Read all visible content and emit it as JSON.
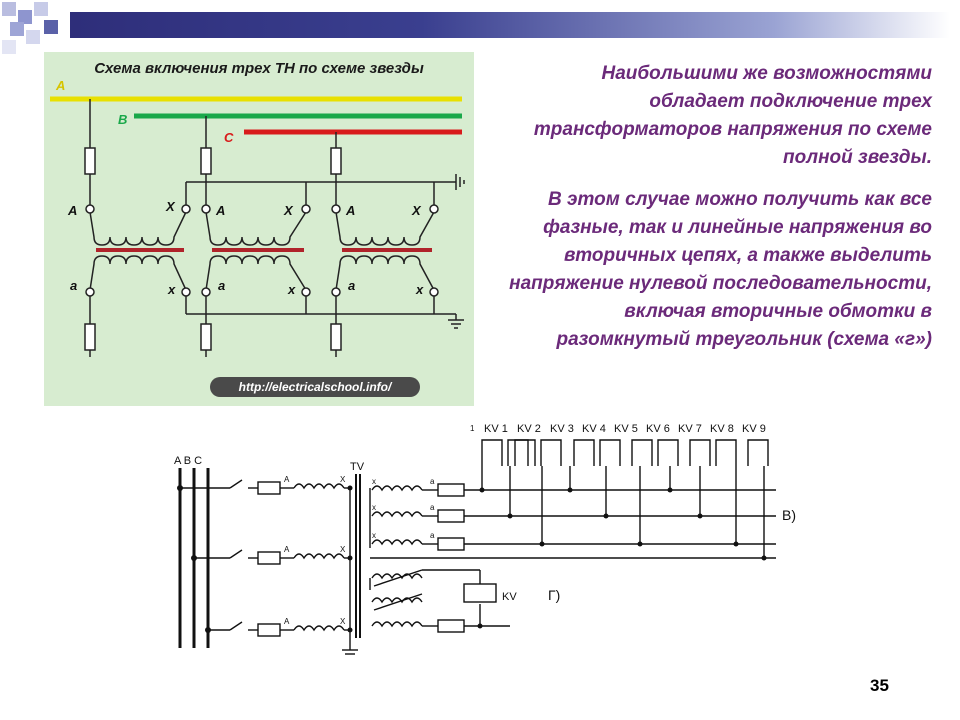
{
  "slide": {
    "page_number": "35",
    "paragraph_1": "Наибольшими же возможностями обладает подключение трех трансформаторов напряжения по схеме полной звезды.",
    "paragraph_2": "В этом случае можно получить как все фазные, так и линейные напряжения во вторичных цепях, а также выделить напряжение нулевой последовательности, включая вторичные обмотки в разомкнутый треугольник (схема «г»)"
  },
  "top_diagram": {
    "title": "Схема включения трех ТН по схеме звезды",
    "url": "http://electricalschool.info/",
    "phase_labels": [
      "A",
      "B",
      "C"
    ],
    "primary_start": "A",
    "primary_end": "X",
    "secondary_start": "a",
    "secondary_end": "x",
    "colors": {
      "phase_a": "#e8e000",
      "phase_b": "#1aa84a",
      "phase_c": "#d81b1b",
      "core": "#b0232a",
      "panel": "#d7ecd0"
    }
  },
  "bottom_diagram": {
    "bus_label": "A B C",
    "tv_label": "TV",
    "relays": [
      "KV 1",
      "KV 2",
      "KV 3",
      "KV 4",
      "KV 5",
      "KV 6",
      "KV 7",
      "KV 8",
      "KV 9"
    ],
    "relay_prefix": "1",
    "kv_label": "KV",
    "label_v": "В)",
    "label_g": "Г)",
    "winding_a": "A",
    "winding_x": "X",
    "sec_a": "a",
    "sec_x": "x"
  }
}
